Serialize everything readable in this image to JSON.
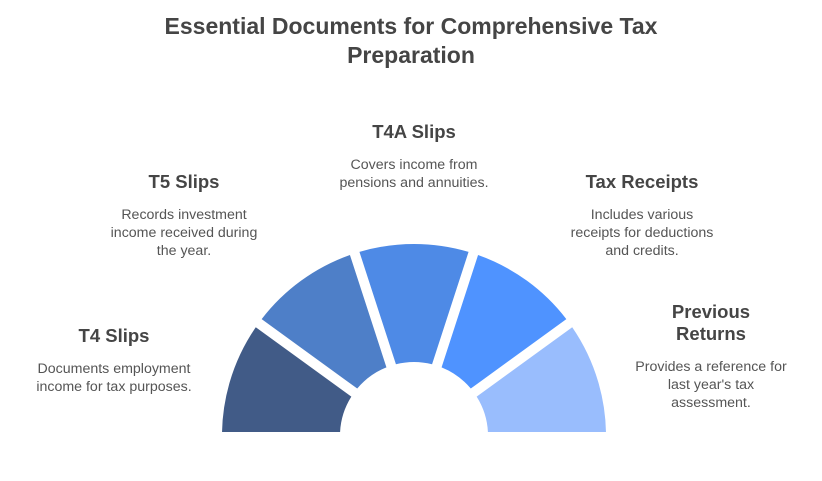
{
  "title": {
    "line1": "Essential Documents for Comprehensive Tax",
    "line2": "Preparation"
  },
  "items": [
    {
      "id": "t4",
      "heading": "T4 Slips",
      "heading_lines": [
        "T4 Slips"
      ],
      "description_lines": [
        "Documents employment",
        "income for tax purposes."
      ],
      "color": "#415B87"
    },
    {
      "id": "t5",
      "heading": "T5 Slips",
      "heading_lines": [
        "T5 Slips"
      ],
      "description_lines": [
        "Records investment",
        "income received during",
        "the year."
      ],
      "color": "#4E7FC8"
    },
    {
      "id": "t4a",
      "heading": "T4A Slips",
      "heading_lines": [
        "T4A Slips"
      ],
      "description_lines": [
        "Covers income from",
        "pensions and annuities."
      ],
      "color": "#4E8AE6"
    },
    {
      "id": "tax-receipts",
      "heading": "Tax Receipts",
      "heading_lines": [
        "Tax Receipts"
      ],
      "description_lines": [
        "Includes various",
        "receipts for deductions",
        "and credits."
      ],
      "color": "#4F93FF"
    },
    {
      "id": "previous-returns",
      "heading": "Previous Returns",
      "heading_lines": [
        "Previous",
        "Returns"
      ],
      "description_lines": [
        "Provides a reference for",
        "last year's tax",
        "assessment."
      ],
      "color": "#99BDFD"
    }
  ]
}
